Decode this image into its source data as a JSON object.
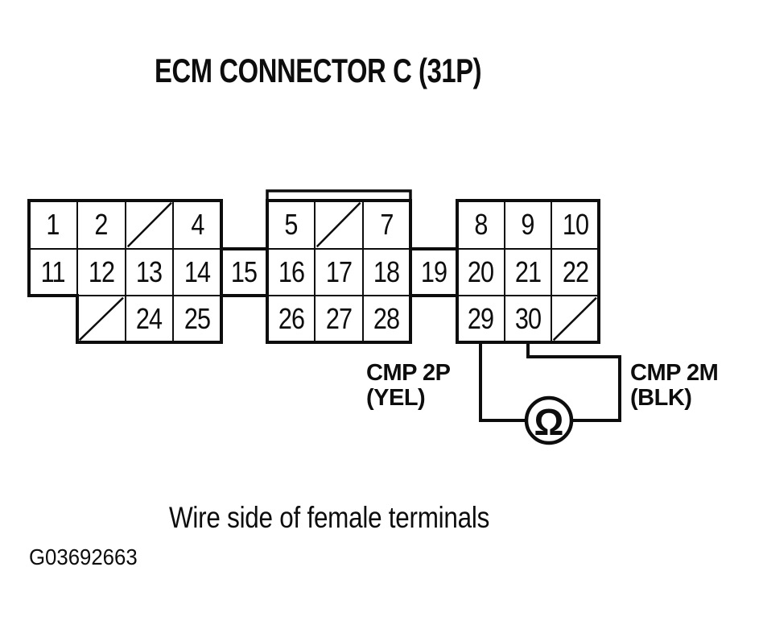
{
  "title": "ECM CONNECTOR C (31P)",
  "caption": "Wire side of female terminals",
  "figure_id": "G03692663",
  "meter": {
    "symbol": "Ω"
  },
  "labels": {
    "left": {
      "line1": "CMP 2P",
      "line2": "(YEL)"
    },
    "right": {
      "line1": "CMP 2M",
      "line2": "(BLK)"
    }
  },
  "connector": {
    "pin_count_label": "31P",
    "blocks": [
      {
        "name": "left-block",
        "rows": [
          {
            "start": 0,
            "cells": [
              "1",
              "2",
              "/",
              "4"
            ]
          },
          {
            "start": 0,
            "cells": [
              "11",
              "12",
              "13",
              "14"
            ]
          },
          {
            "start": 1,
            "cells": [
              "/",
              "24",
              "25"
            ]
          }
        ]
      },
      {
        "name": "middle-block",
        "has_top_tab": true,
        "rows": [
          {
            "start": 0,
            "cells": [
              "5",
              "/",
              "7"
            ]
          },
          {
            "start": 0,
            "cells": [
              "16",
              "17",
              "18"
            ]
          },
          {
            "start": 0,
            "cells": [
              "26",
              "27",
              "28"
            ]
          }
        ]
      },
      {
        "name": "right-block",
        "rows": [
          {
            "start": 0,
            "cells": [
              "8",
              "9",
              "10"
            ]
          },
          {
            "start": 0,
            "cells": [
              "20",
              "21",
              "22"
            ]
          },
          {
            "start": 0,
            "cells": [
              "29",
              "30",
              "/"
            ]
          }
        ]
      }
    ],
    "bridges": [
      "15",
      "19"
    ]
  },
  "colors": {
    "ink": "#0d0d0d",
    "paper": "#ffffff"
  }
}
